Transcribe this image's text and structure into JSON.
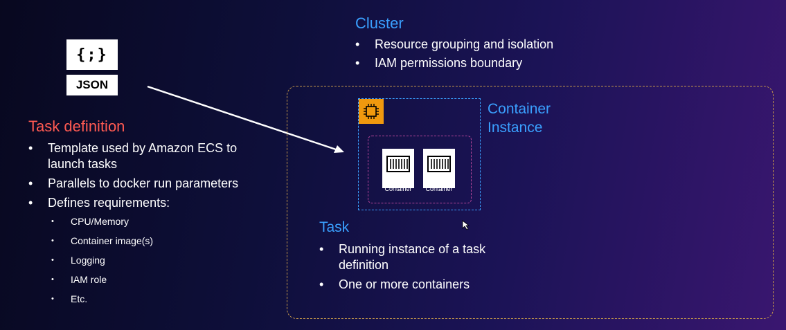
{
  "json_icon": {
    "symbol": "{;}",
    "label": "JSON"
  },
  "task_definition": {
    "title": "Task definition",
    "bullets": [
      "Template used by Amazon ECS to launch tasks",
      "Parallels to docker run parameters",
      "Defines requirements:"
    ],
    "sub_bullets": [
      "CPU/Memory",
      "Container image(s)",
      "Logging",
      "IAM role",
      "Etc."
    ]
  },
  "cluster": {
    "title": "Cluster",
    "bullets": [
      "Resource grouping and isolation",
      "IAM permissions boundary"
    ]
  },
  "container_instance": {
    "title_line1": "Container",
    "title_line2": "Instance"
  },
  "containers": [
    "Container",
    "Container"
  ],
  "task": {
    "title": "Task",
    "bullets": [
      "Running instance of a task definition",
      "One or more containers"
    ]
  },
  "colors": {
    "task_definition_title": "#ff5a52",
    "section_title": "#3aa0ff",
    "chip": "#f0990e",
    "cluster_border": "#c89a4a",
    "task_border": "#b8459a"
  },
  "icons": [
    "json-icon",
    "chip-icon",
    "container-icon",
    "arrow-icon",
    "mouse-pointer-icon"
  ]
}
